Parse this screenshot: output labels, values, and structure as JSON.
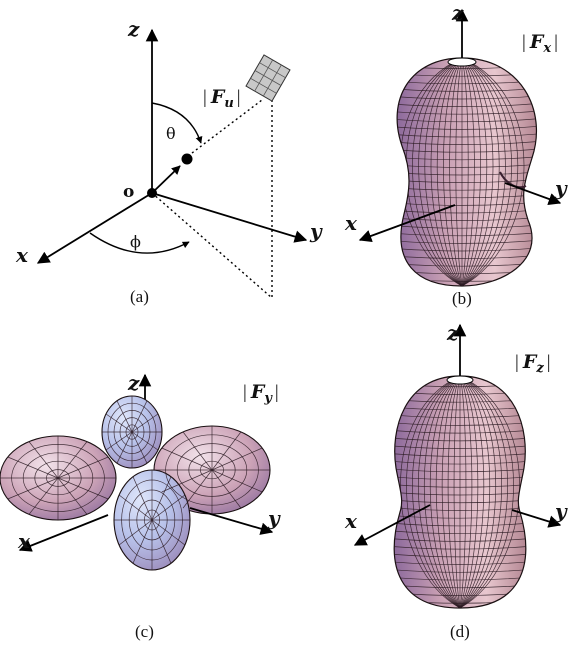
{
  "panels": {
    "a": {
      "caption": "(a)",
      "axis_z": "z",
      "axis_x": "x",
      "axis_y": "y",
      "origin": "o",
      "theta": "θ",
      "phi": "ϕ",
      "field_bar_left": "|",
      "field_var": "F",
      "field_sub": "u",
      "field_bar_right": "|"
    },
    "b": {
      "caption": "(b)",
      "axis_z": "z",
      "axis_x": "x",
      "axis_y": "y",
      "field_bar_left": "|",
      "field_var": "F",
      "field_sub": "x",
      "field_bar_right": "|"
    },
    "c": {
      "caption": "(c)",
      "axis_z": "z",
      "axis_x": "x",
      "axis_y": "y",
      "field_bar_left": "|",
      "field_var": "F",
      "field_sub": "y",
      "field_bar_right": "|"
    },
    "d": {
      "caption": "(d)",
      "axis_z": "z",
      "axis_x": "x",
      "axis_y": "y",
      "field_bar_left": "|",
      "field_var": "F",
      "field_sub": "z",
      "field_bar_right": "|"
    }
  },
  "colors": {
    "surface_light": "#f4dfe6",
    "surface_mid": "#c99aa8",
    "surface_dark": "#7c5a8c",
    "highlight_blue": "#b9c6ee"
  }
}
